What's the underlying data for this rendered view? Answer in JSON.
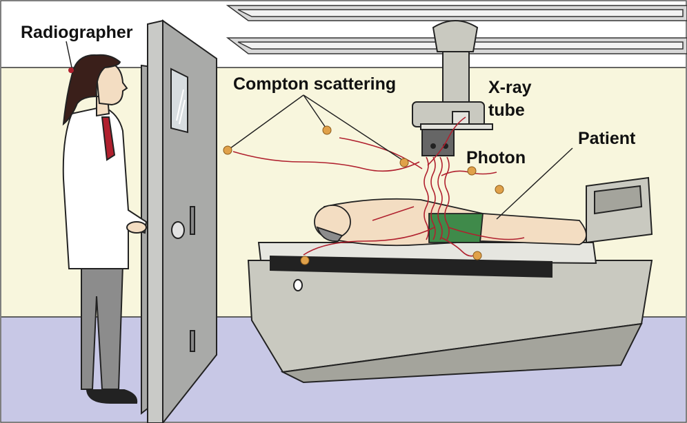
{
  "labels": {
    "radiographer": "Radiographer",
    "compton": "Compton scattering",
    "xray_line1": "X-ray",
    "xray_line2": "tube",
    "photon": "Photon",
    "patient": "Patient"
  },
  "colors": {
    "wall": "#f8f6dd",
    "floor": "#c8c8e6",
    "photon_particle": "#e0a14a",
    "radiation": "#b0202e",
    "equipment": "#c9c9c0",
    "door": "#a9aaa8",
    "skin": "#f3ddc2",
    "lab_coat": "#ffffff",
    "trousers": "#8c8c8c",
    "shorts": "#3f8a4a"
  },
  "icons": [
    "radiographer-figure",
    "patient-figure",
    "xray-tube",
    "exam-table",
    "door",
    "ceiling-lights",
    "photon-particle"
  ]
}
